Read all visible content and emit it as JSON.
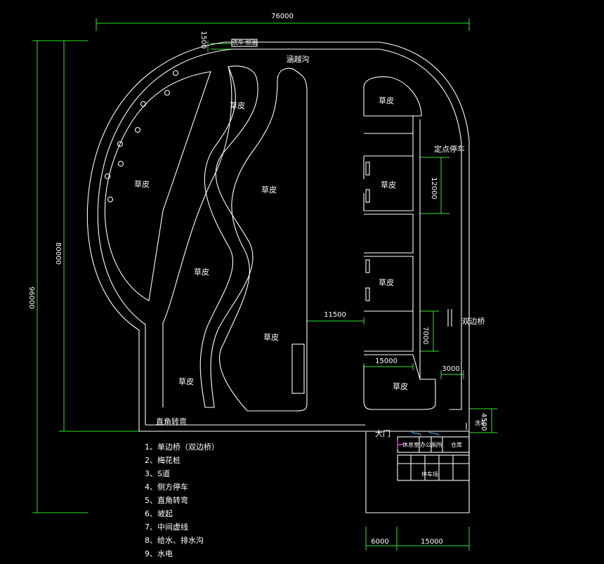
{
  "dimensions": {
    "top_width": "76000",
    "offset_1500": "1500",
    "height_96000": "96000",
    "height_80000": "80000",
    "right_12000": "12000",
    "gap_11500": "11500",
    "right_7000": "7000",
    "bottom_15000_lot": "15000",
    "right_3000": "3000",
    "right_4500": "4500",
    "bottom_6000": "6000",
    "bottom_15000": "15000"
  },
  "labels": {
    "top_building": "洗车 加油",
    "ditch": "涵越沟",
    "grass": "草皮",
    "fixed_parking": "定点停车",
    "double_bridge": "双边桥",
    "right_angle_turn": "直角转弯",
    "main_gate": "大门",
    "wash_area": "洗车",
    "building_parking": "停车场",
    "lounge": "休息室",
    "office": "办公",
    "warehouse": "仓库",
    "toilet": "厕所"
  },
  "legend": [
    "1、单边桥（双边桥）",
    "2、梅花桩",
    "3、S道",
    "4、侧方停车",
    "5、直角转弯",
    "6、坡起",
    "7、中间虚线",
    "8、给水、排水沟",
    "9、水电"
  ],
  "colors": {
    "background": "#000000",
    "lines": "#ffffff",
    "dimension": "#2ee82e",
    "accent_magenta": "#e040e0",
    "accent_cyan": "#40c0ff"
  }
}
